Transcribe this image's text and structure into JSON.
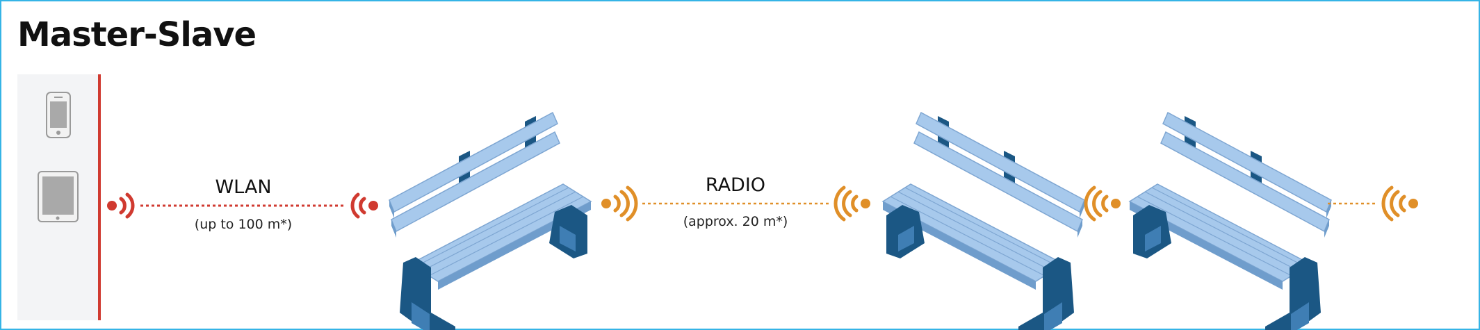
{
  "title": "Master-Slave",
  "links": {
    "wlan": {
      "label": "WLAN",
      "range": "(up to 100 m*)"
    },
    "radio": {
      "label": "RADIO",
      "range": "(approx. 20 m*)"
    }
  },
  "colors": {
    "frame": "#35b4e6",
    "wlan": "#d03a30",
    "radio": "#e08f28",
    "bench_light": "#a7c9ec",
    "bench_dark": "#1b5784"
  },
  "icons": {
    "phone": "smartphone-icon",
    "tablet": "tablet-icon",
    "bench": "bench-icon"
  }
}
